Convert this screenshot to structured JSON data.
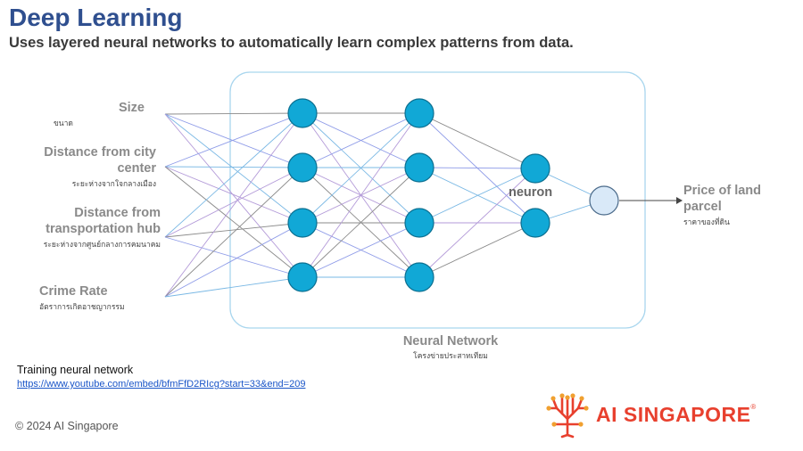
{
  "title": "Deep Learning",
  "subtitle": "Uses layered neural networks to automatically learn complex patterns from data.",
  "inputs": [
    {
      "label": "Size",
      "label_th": "ขนาด"
    },
    {
      "label": "Distance from city center",
      "label_th": "ระยะห่างจากใจกลางเมือง"
    },
    {
      "label": "Distance from transportation hub",
      "label_th": "ระยะห่างจากศูนย์กลางการคมนาคม"
    },
    {
      "label": "Crime Rate",
      "label_th": "อัตราการเกิดอาชญากรรม"
    }
  ],
  "output": {
    "label": "Price of land parcel",
    "label_th": "ราคาของที่ดิน"
  },
  "neuron_label": "neuron",
  "network": {
    "label": "Neural Network",
    "label_th": "โครงข่ายประสาทเทียม",
    "layer_sizes": [
      4,
      4,
      2,
      1
    ]
  },
  "colors": {
    "neuron": "#11a8d6",
    "output_node": "#d9e9f8",
    "box_border": "#a9d6ee",
    "title": "#2f4f8f",
    "link": "#1a55c8",
    "brand": "#e8402e"
  },
  "footer": {
    "training_label": "Training neural network",
    "training_link": "https://www.youtube.com/embed/bfmFfD2RIcg?start=33&end=209",
    "copyright": "© 2024 AI Singapore"
  },
  "logo": {
    "text": "AI SINGAPORE",
    "mark": "®"
  }
}
